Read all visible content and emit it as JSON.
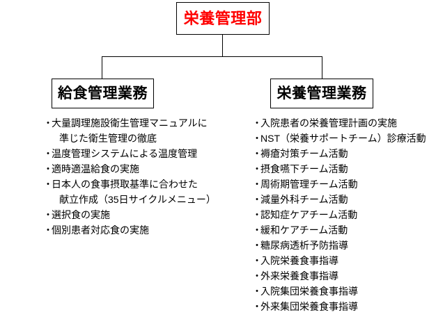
{
  "diagram": {
    "root": {
      "label": "栄養管理部",
      "text_color": "#ff0000",
      "border_color": "#000000",
      "background": "#ffffff"
    },
    "branches": [
      {
        "id": "meal-service",
        "label": "給食管理業務",
        "text_color": "#000000",
        "items": [
          {
            "bullet": "・",
            "lines": [
              "大量調理施設衛生管理マニュアルに",
              "準じた衛生管理の徹底"
            ]
          },
          {
            "bullet": "・",
            "lines": [
              "温度管理システムによる温度管理"
            ]
          },
          {
            "bullet": "・",
            "lines": [
              "適時適温給食の実施"
            ]
          },
          {
            "bullet": "・",
            "lines": [
              "日本人の食事摂取基準に合わせた",
              "献立作成（35日サイクルメニュー）"
            ]
          },
          {
            "bullet": "・",
            "lines": [
              "選択食の実施"
            ]
          },
          {
            "bullet": "・",
            "lines": [
              "個別患者対応食の実施"
            ]
          }
        ]
      },
      {
        "id": "nutrition-management",
        "label": "栄養管理業務",
        "text_color": "#000000",
        "items": [
          {
            "bullet": "・",
            "lines": [
              "入院患者の栄養管理計画の実施"
            ]
          },
          {
            "bullet": "・",
            "lines": [
              "NST（栄養サポートチーム）診療活動"
            ]
          },
          {
            "bullet": "・",
            "lines": [
              "褥瘡対策チーム活動"
            ]
          },
          {
            "bullet": "・",
            "lines": [
              "摂食嚥下チーム活動"
            ]
          },
          {
            "bullet": "・",
            "lines": [
              "周術期管理チーム活動"
            ]
          },
          {
            "bullet": "・",
            "lines": [
              "減量外科チーム活動"
            ]
          },
          {
            "bullet": "・",
            "lines": [
              "認知症ケアチーム活動"
            ]
          },
          {
            "bullet": "・",
            "lines": [
              "緩和ケアチーム活動"
            ]
          },
          {
            "bullet": "・",
            "lines": [
              "糖尿病透析予防指導"
            ]
          },
          {
            "bullet": "・",
            "lines": [
              "入院栄養食事指導"
            ]
          },
          {
            "bullet": "・",
            "lines": [
              "外来栄養食事指導"
            ]
          },
          {
            "bullet": "・",
            "lines": [
              "入院集団栄養食事指導"
            ]
          },
          {
            "bullet": "・",
            "lines": [
              "外来集団栄養食事指導"
            ]
          }
        ]
      }
    ]
  }
}
